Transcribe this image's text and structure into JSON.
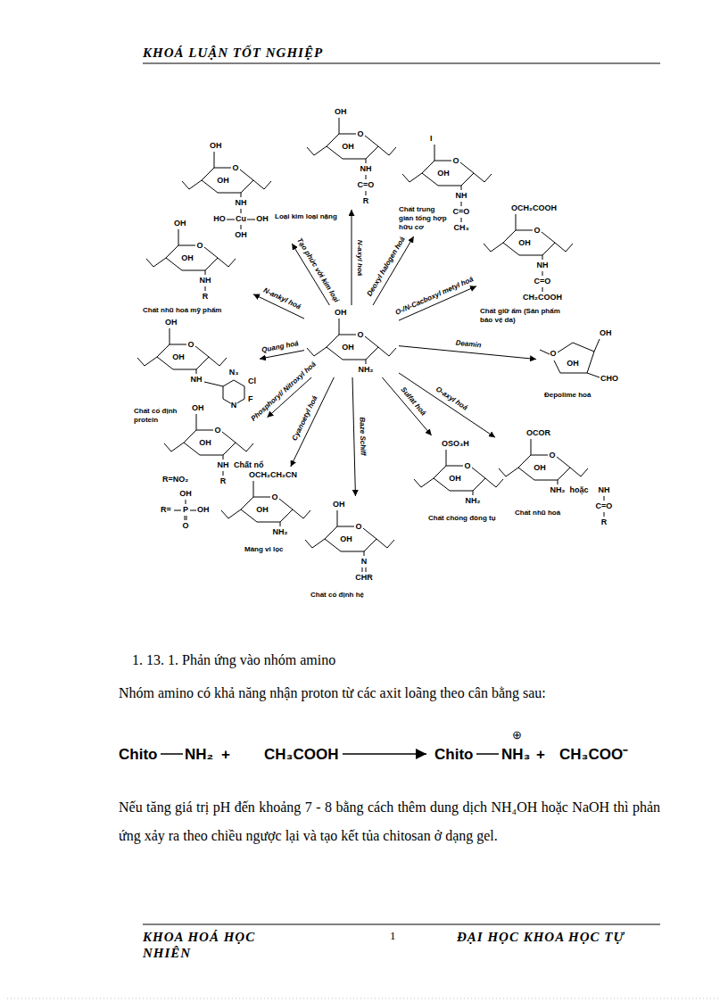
{
  "diagram": {
    "nodes": [
      {
        "text": [
          "OH",
          "O",
          "OH",
          "NH₂"
        ]
      },
      {
        "text": [
          "OH",
          "O",
          "OH",
          "NH",
          "C=O",
          "R"
        ]
      },
      {
        "text": [
          "I",
          "O",
          "OH",
          "NH",
          "C=O",
          "CH₃",
          "Chất trung gian tổng hợp hữu cơ"
        ]
      },
      {
        "text": [
          "OCH₂COOH",
          "O",
          "OH",
          "NH",
          "C=O",
          "CH₂COOH",
          "Chất giữ ẩm (Sản phẩm bảo vệ da)"
        ]
      },
      {
        "text": [
          "OH",
          "O",
          "OH",
          "CHO",
          "Đepolime hoá"
        ]
      },
      {
        "text": [
          "OCOR",
          "O",
          "OH",
          "NH₂",
          "hoặc",
          "NH",
          "C=O",
          "R",
          "Chất nhũ hoá"
        ]
      },
      {
        "text": [
          "OSO₃H",
          "O",
          "OH",
          "NH₂",
          "Chất chống đông tụ"
        ]
      },
      {
        "text": [
          "OH",
          "O",
          "OH",
          "N",
          "CHR",
          "Chất cố định hệ"
        ]
      },
      {
        "text": [
          "OCH₂CH₂CN",
          "O",
          "OH",
          "NH₂",
          "Màng vi lọc"
        ]
      },
      {
        "text": [
          "OH",
          "O",
          "OH",
          "NH",
          "R",
          "Chất nổ",
          "R=NO₂",
          "OH",
          "R=",
          "P",
          "OH",
          "O"
        ]
      },
      {
        "text": [
          "OH",
          "O",
          "OH",
          "NH",
          "N₃",
          "Cl",
          "F",
          "N",
          "Chất cố định protein"
        ]
      },
      {
        "text": [
          "OH",
          "O",
          "OH",
          "NH",
          "R",
          "Chất nhũ hoá mỹ phẩm"
        ]
      },
      {
        "text": [
          "OH",
          "O",
          "OH",
          "NH",
          "Cu",
          "OH",
          "HO",
          "OH",
          "Loại kim loại nặng"
        ]
      }
    ],
    "edges": [
      {
        "from": 0,
        "to": 1,
        "arrow": "to",
        "label": "N-axyl hoá"
      },
      {
        "from": 0,
        "to": 2,
        "arrow": "to",
        "label": "Deoxyl halogen hoá"
      },
      {
        "from": 0,
        "to": 3,
        "arrow": "to",
        "label": "O-/N-Cacboxyl metyl hoá"
      },
      {
        "from": 0,
        "to": 4,
        "arrow": "to",
        "label": "Deamin"
      },
      {
        "from": 0,
        "to": 5,
        "arrow": "to",
        "label": "O-axyl hoá"
      },
      {
        "from": 0,
        "to": 6,
        "arrow": "to",
        "label": "Sulfat hoá"
      },
      {
        "from": 0,
        "to": 7,
        "arrow": "to",
        "label": "Baze Schiff"
      },
      {
        "from": 0,
        "to": 8,
        "arrow": "to",
        "label": "Cyanoetyl hoá"
      },
      {
        "from": 0,
        "to": 9,
        "arrow": "to",
        "label": "Phosphoryl/ Nitroxyl hoá"
      },
      {
        "from": 0,
        "to": 10,
        "arrow": "to",
        "label": "Quang hoá"
      },
      {
        "from": 0,
        "to": 11,
        "arrow": "to",
        "label": "N-ankyl hoá"
      },
      {
        "from": 0,
        "to": 12,
        "arrow": "to",
        "label": "Tạo phức với kim loại"
      }
    ],
    "labels": [
      "KHOÁ LUẬN TỐT NGHIỆP",
      "1. 13. 1. Phản ứng vào nhóm amino",
      "Nhóm amino có khả năng nhận proton từ các axit loãng theo cân bằng sau:",
      "Chito",
      "NH₂",
      "+",
      "CH₃COOH",
      "Chito",
      "⊕",
      "NH₃",
      "+",
      "CH₃COO⁻",
      "Nếu tăng giá trị pH đến khoảng 7 - 8 bằng cách thêm dung dịch NH₄OH hoặc NaOH thì phản ứng xảy ra theo chiều ngược lại và tạo kết tủa chitosan ở dạng gel.",
      "KHOA HOÁ HỌC NHIÊN",
      "1",
      "ĐẠI HỌC KHOA HỌC TỰ"
    ]
  }
}
